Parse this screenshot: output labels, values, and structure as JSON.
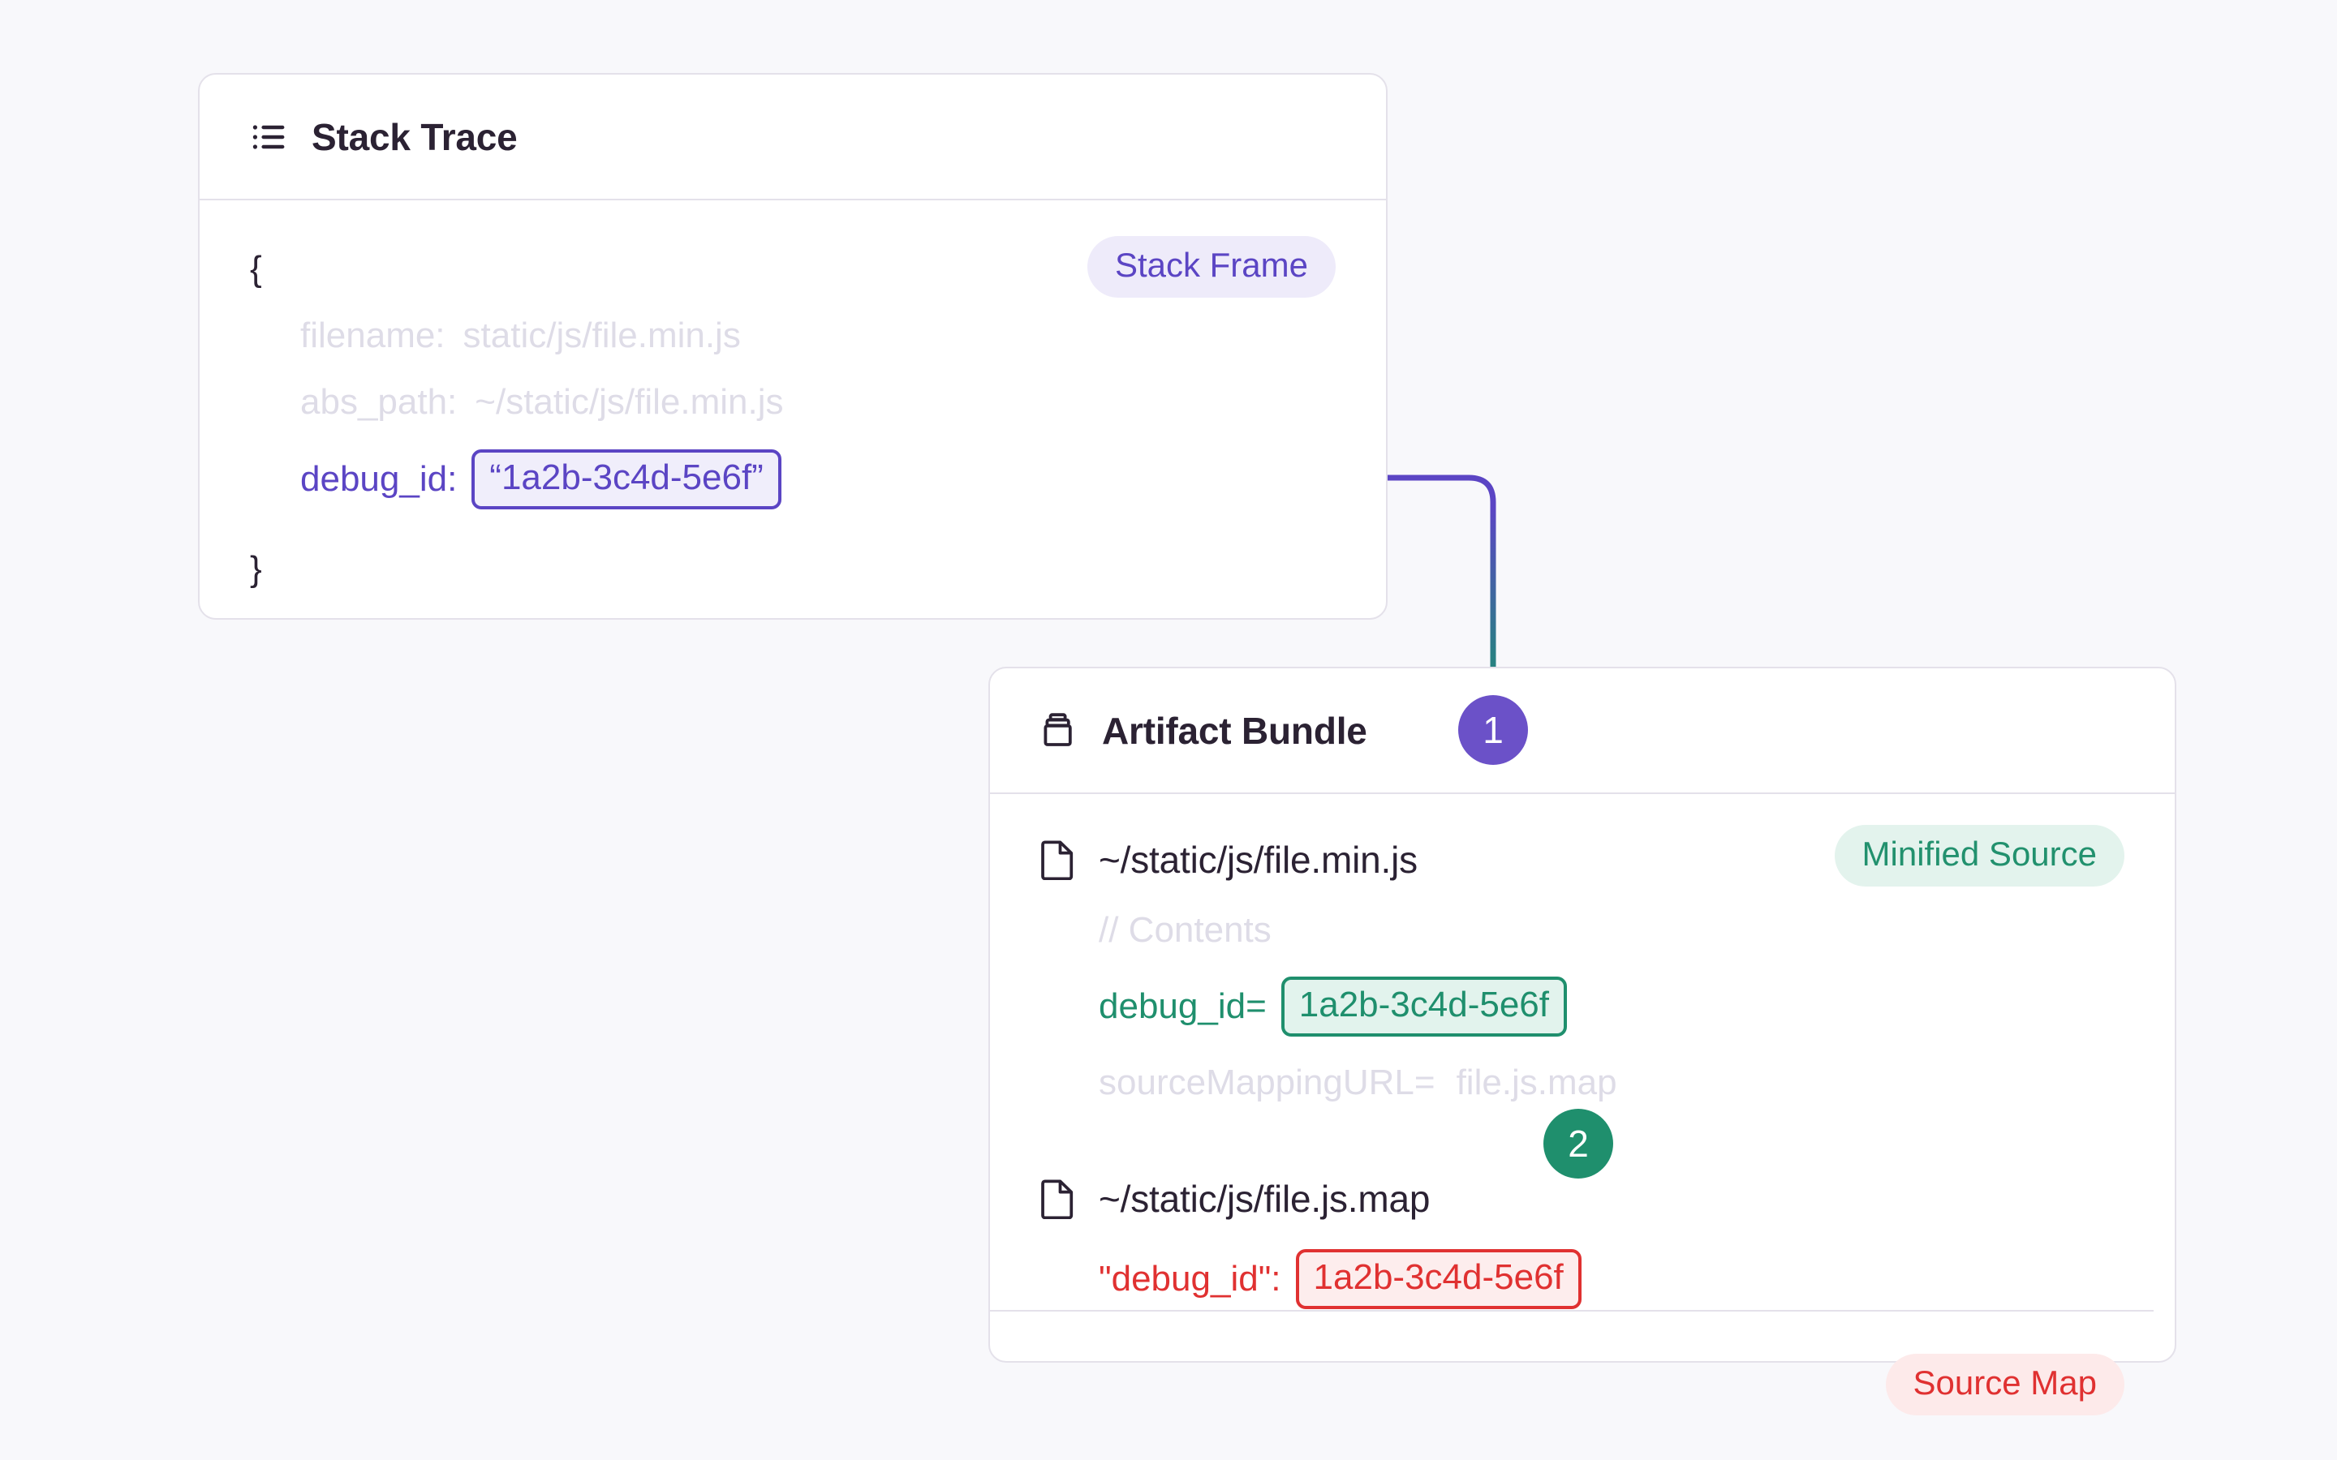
{
  "canvas": {
    "background": "#f8f8fb",
    "card_border": "#e4e1ea",
    "accent_purple": "#5b45c4",
    "accent_green": "#1f8f6d",
    "accent_red": "#e03131",
    "muted_text": "#dedce7"
  },
  "stack_trace_card": {
    "icon": "list-icon",
    "title": "Stack Trace",
    "badge": {
      "label": "Stack Frame",
      "text_color": "#5b45c4",
      "bg_color": "#eeebfa"
    },
    "open_brace": "{",
    "close_brace": "}",
    "fields": [
      {
        "key": "filename:",
        "value": "static/js/file.min.js",
        "highlighted": false
      },
      {
        "key": "abs_path:",
        "value": "~/static/js/file.min.js",
        "highlighted": false
      }
    ],
    "debug_id": {
      "key": "debug_id:",
      "value": "“1a2b-3c4d-5e6f”",
      "highlighted": true
    }
  },
  "artifact_bundle_card": {
    "icon": "bundle-icon",
    "title": "Artifact Bundle",
    "files": [
      {
        "icon": "file-icon",
        "name": "~/static/js/file.min.js",
        "badge": {
          "label": "Minified Source",
          "text_color": "#22916e",
          "bg_color": "#e3f3ed"
        },
        "lines": [
          {
            "text": "// Contents",
            "style": "muted"
          },
          {
            "key": "debug_id=",
            "value": "1a2b-3c4d-5e6f",
            "style": "green-highlight"
          },
          {
            "key": "sourceMappingURL=",
            "value": "file.js.map",
            "style": "muted"
          }
        ]
      },
      {
        "icon": "file-icon",
        "name": "~/static/js/file.js.map",
        "badge": {
          "label": "Source Map",
          "text_color": "#e03131",
          "bg_color": "#fdeaea"
        },
        "lines": [
          {
            "key": "\"debug_id\":",
            "value": "1a2b-3c4d-5e6f",
            "style": "red-highlight"
          }
        ]
      }
    ]
  },
  "steps": [
    {
      "number": "1",
      "color": "#6b51c8"
    },
    {
      "number": "2",
      "color": "#1f8f6d"
    }
  ]
}
